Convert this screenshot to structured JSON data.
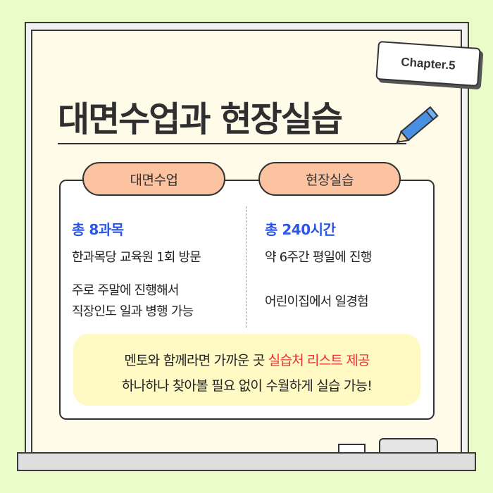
{
  "chapter": "Chapter.5",
  "title": "대면수업과 현장실습",
  "left": {
    "pill": "대면수업",
    "headline": "총 8과목",
    "lines": [
      "한과목당 교육원 1회 방문",
      "주로 주말에 진행해서",
      "직장인도 일과 병행 가능"
    ]
  },
  "right": {
    "pill": "현장실습",
    "headline": "총 240시간",
    "lines": [
      "약 6주간 평일에 진행",
      "어린이집에서 일경험"
    ]
  },
  "bubble": {
    "line1_prefix": "멘토와 함께라면 가까운 곳 ",
    "line1_highlight": "실습처 리스트 제공",
    "line2": "하나하나 찾아볼 필요 없이 수월하게 실습 가능!"
  },
  "colors": {
    "background": "#eafcc9",
    "pill": "#fbc3a0",
    "accent_blue": "#2b56e6",
    "highlight_red": "#ef2f2f",
    "bubble": "#fff9c4"
  }
}
